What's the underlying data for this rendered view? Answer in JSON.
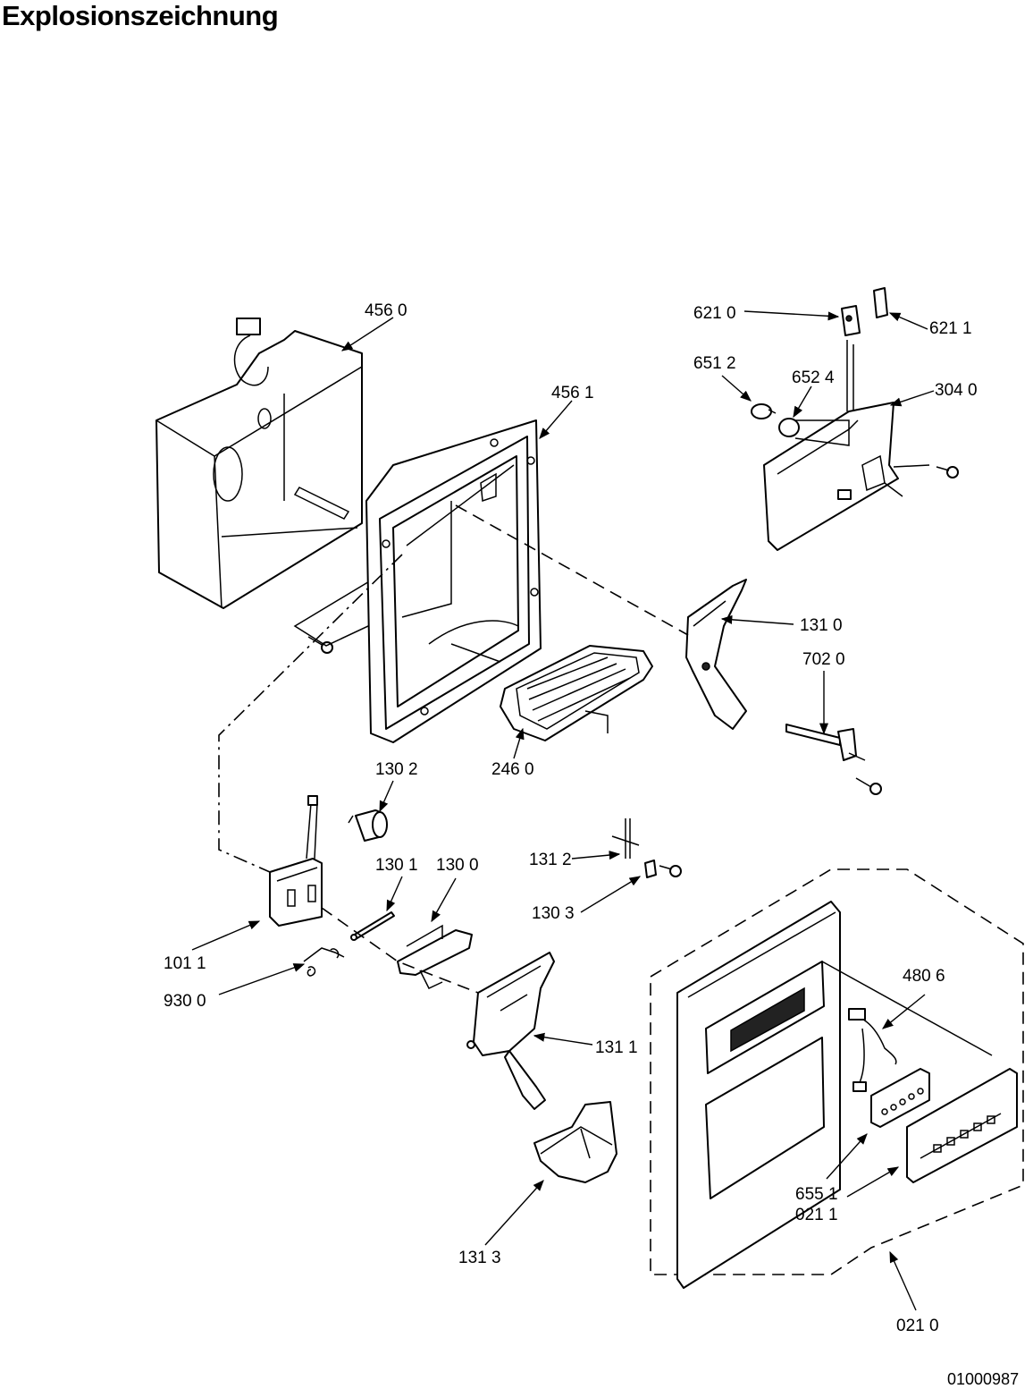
{
  "title": "Explosionszeichnung",
  "document_number": "01000987",
  "callouts": [
    {
      "id": "c4560",
      "text": "456 0"
    },
    {
      "id": "c4561",
      "text": "456 1"
    },
    {
      "id": "c6210",
      "text": "621 0"
    },
    {
      "id": "c6211",
      "text": "621 1"
    },
    {
      "id": "c6512",
      "text": "651 2"
    },
    {
      "id": "c6524",
      "text": "652 4"
    },
    {
      "id": "c3040",
      "text": "304 0"
    },
    {
      "id": "c1310",
      "text": "131 0"
    },
    {
      "id": "c7020",
      "text": "702 0"
    },
    {
      "id": "c1302",
      "text": "130 2"
    },
    {
      "id": "c2460",
      "text": "246 0"
    },
    {
      "id": "c1312",
      "text": "131 2"
    },
    {
      "id": "c1303",
      "text": "130 3"
    },
    {
      "id": "c1301",
      "text": "130 1"
    },
    {
      "id": "c1300",
      "text": "130 0"
    },
    {
      "id": "c1011",
      "text": "101 1"
    },
    {
      "id": "c9300",
      "text": "930 0"
    },
    {
      "id": "c1311",
      "text": "131 1"
    },
    {
      "id": "c4806",
      "text": "480 6"
    },
    {
      "id": "c6551",
      "text": "655 1"
    },
    {
      "id": "c0211",
      "text": "021 1"
    },
    {
      "id": "c1313",
      "text": "131 3"
    },
    {
      "id": "c0210",
      "text": "021 0"
    }
  ]
}
